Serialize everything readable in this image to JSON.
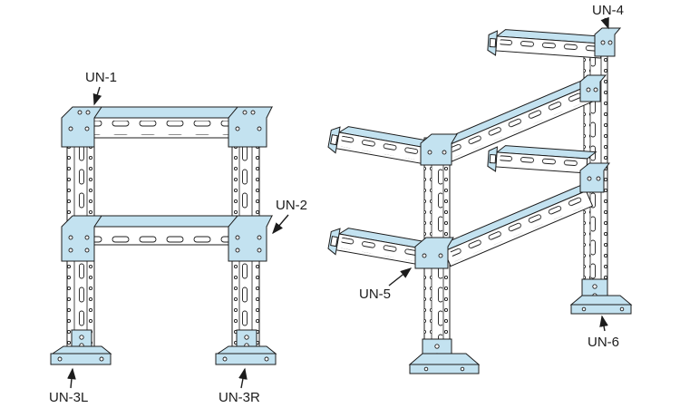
{
  "figure": {
    "background": "#ffffff",
    "outline": "#1c1c1c",
    "accent": "#c3e2f0"
  },
  "callouts": [
    {
      "text": "UN-1",
      "target": "top-left-corner-bracket"
    },
    {
      "text": "UN-2",
      "target": "middle-right-corner-bracket"
    },
    {
      "text": "UN-3L",
      "target": "left-foot-plate"
    },
    {
      "text": "UN-3R",
      "target": "right-foot-plate"
    },
    {
      "text": "UN-4",
      "target": "far-post-top-bracket"
    },
    {
      "text": "UN-5",
      "target": "near-post-mid-bracket"
    },
    {
      "text": "UN-6",
      "target": "far-post-foot-plate"
    }
  ]
}
